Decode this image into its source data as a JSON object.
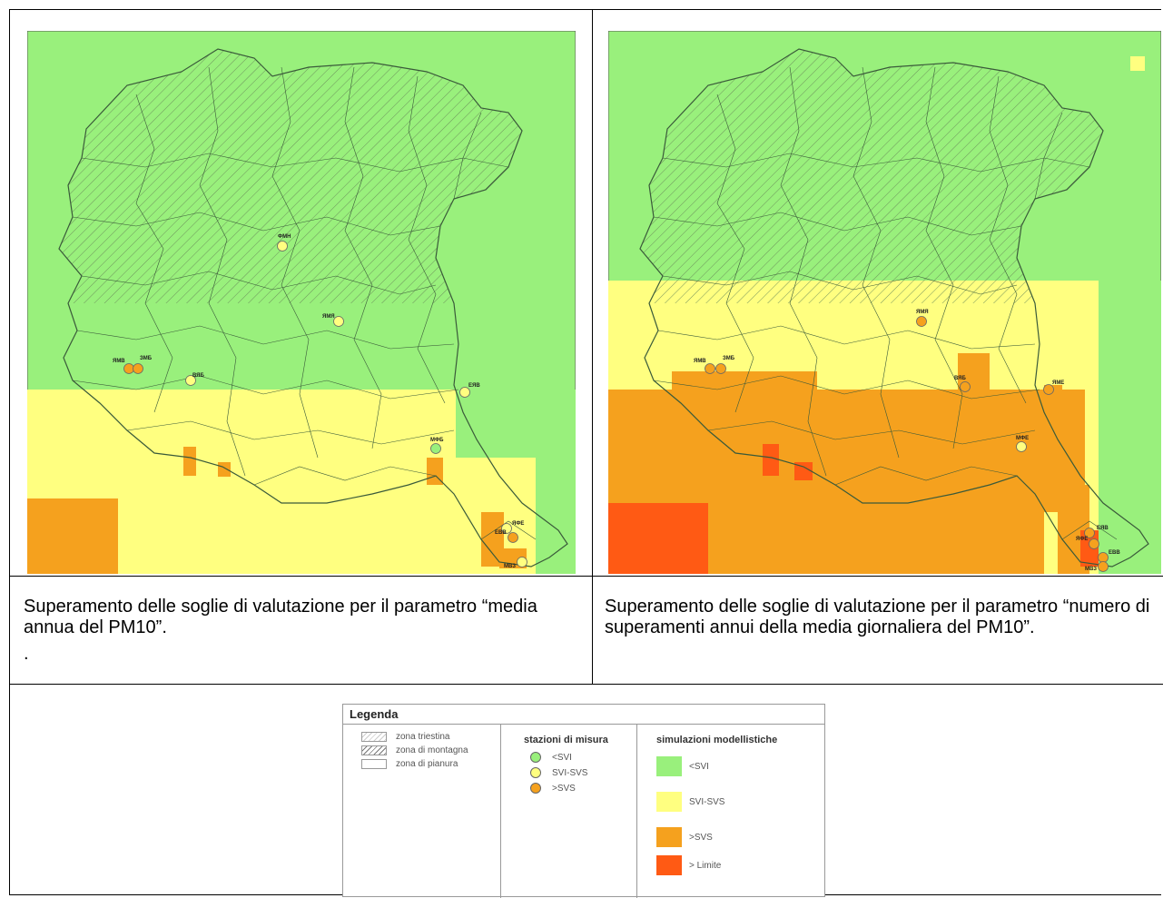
{
  "colors": {
    "below_svi": "#99f07c",
    "svi_svs": "#ffff80",
    "above_svs": "#f5a11e",
    "above_limit": "#ff5a14",
    "border": "#3a5a3a",
    "hatch": "#6a8a5a"
  },
  "map1": {
    "stations": [
      {
        "label": "ФМН",
        "level": "svi-svs"
      },
      {
        "label": "ЯМВ",
        "level": "svs"
      },
      {
        "label": "ЗМБ",
        "level": "svs"
      },
      {
        "label": "ВЯБ",
        "level": "svi-svs"
      },
      {
        "label": "ЯМЯ",
        "level": "svi-svs"
      },
      {
        "label": "МФБ",
        "level": "svi"
      },
      {
        "label": "ЕЯВ",
        "level": "svi-svs"
      },
      {
        "label": "ЯФЕ",
        "level": "svi-svs"
      },
      {
        "label": "ЕВВ",
        "level": "svs"
      },
      {
        "label": "МВЗ",
        "level": "svi-svs"
      }
    ]
  },
  "map2": {
    "stations": [
      {
        "label": "ЯМЯ",
        "level": "svs"
      },
      {
        "label": "ЯМВ",
        "level": "svs"
      },
      {
        "label": "ЗМБ",
        "level": "svs"
      },
      {
        "label": "ЯМЕ",
        "level": "svs"
      },
      {
        "label": "ВЯБ",
        "level": "svs"
      },
      {
        "label": "МФЕ",
        "level": "svi-svs"
      },
      {
        "label": "ЕЯВ",
        "level": "svs"
      },
      {
        "label": "ЯФЕ",
        "level": "svs"
      },
      {
        "label": "ЕВВ",
        "level": "svs"
      },
      {
        "label": "МВЗ",
        "level": "svs"
      }
    ]
  },
  "captions": {
    "map1": "Superamento delle soglie di valutazione per il parametro “media annua del PM10”.",
    "map2": "Superamento delle soglie di valutazione per il parametro “numero di superamenti annui della media giornaliera del PM10”.",
    "dot": "."
  },
  "legend": {
    "title": "Legenda",
    "zones": [
      {
        "label": "zona triestina"
      },
      {
        "label": "zona di montagna"
      },
      {
        "label": "zona di pianura"
      }
    ],
    "stations": {
      "heading": "stazioni di misura",
      "items": [
        {
          "label": "<SVI"
        },
        {
          "label": "SVI-SVS"
        },
        {
          "label": ">SVS"
        }
      ]
    },
    "simulations": {
      "heading": "simulazioni modellistiche",
      "items": [
        {
          "label": "<SVI"
        },
        {
          "label": "SVI-SVS"
        },
        {
          "label": ">SVS"
        },
        {
          "label": "> Limite"
        }
      ]
    }
  }
}
